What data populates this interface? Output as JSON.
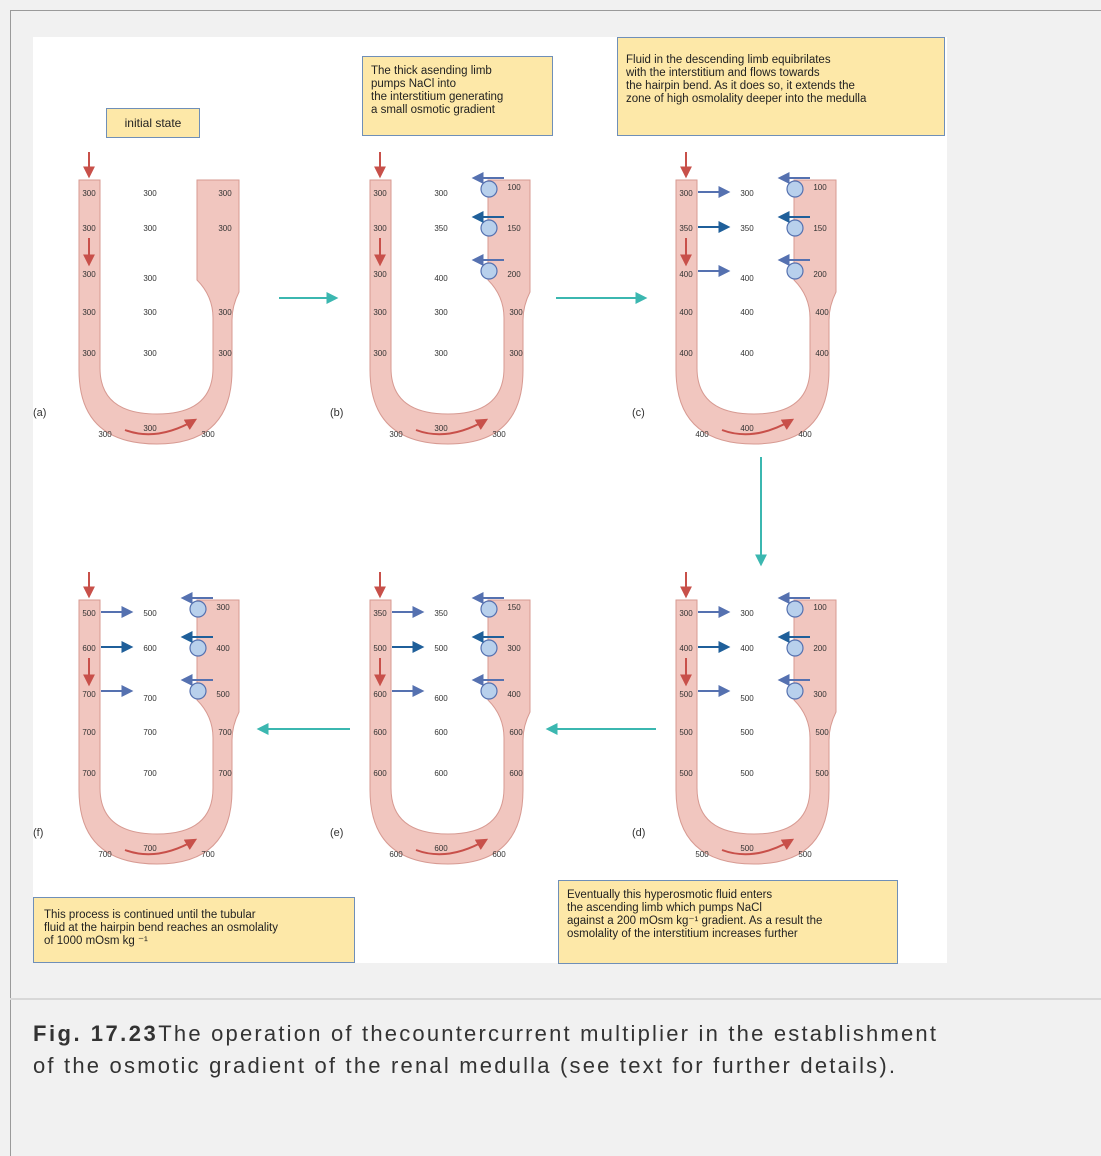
{
  "panels": [
    {
      "id": "a",
      "label": "(a)",
      "desc": [
        "300",
        "300",
        "300",
        "300",
        "300",
        "300"
      ],
      "inter": [
        "300",
        "300",
        "300",
        "300",
        "300",
        "300"
      ],
      "asc": [
        "300",
        "300",
        "",
        "300",
        "300",
        "300"
      ],
      "pumps": false
    },
    {
      "id": "b",
      "label": "(b)",
      "desc": [
        "300",
        "300",
        "300",
        "300",
        "300",
        "300"
      ],
      "inter": [
        "300",
        "350",
        "400",
        "300",
        "300",
        "300"
      ],
      "asc": [
        "100",
        "150",
        "200",
        "300",
        "300",
        "300"
      ],
      "pumps": true,
      "fluxArrows": false
    },
    {
      "id": "c",
      "label": "(c)",
      "desc": [
        "300",
        "350",
        "400",
        "400",
        "400",
        "400"
      ],
      "inter": [
        "300",
        "350",
        "400",
        "400",
        "400",
        "400"
      ],
      "asc": [
        "100",
        "150",
        "200",
        "400",
        "400",
        "400"
      ],
      "pumps": true,
      "fluxArrows": true
    },
    {
      "id": "d",
      "label": "(d)",
      "desc": [
        "300",
        "400",
        "500",
        "500",
        "500",
        "500"
      ],
      "inter": [
        "300",
        "400",
        "500",
        "500",
        "500",
        "500"
      ],
      "asc": [
        "100",
        "200",
        "300",
        "500",
        "500",
        "500"
      ],
      "pumps": true,
      "fluxArrows": true
    },
    {
      "id": "e",
      "label": "(e)",
      "desc": [
        "350",
        "500",
        "600",
        "600",
        "600",
        "600"
      ],
      "inter": [
        "350",
        "500",
        "600",
        "600",
        "600",
        "600"
      ],
      "asc": [
        "150",
        "300",
        "400",
        "600",
        "600",
        "600"
      ],
      "pumps": true,
      "fluxArrows": true
    },
    {
      "id": "f",
      "label": "(f)",
      "desc": [
        "500",
        "600",
        "700",
        "700",
        "700",
        "700"
      ],
      "inter": [
        "500",
        "600",
        "700",
        "700",
        "700",
        "700"
      ],
      "asc": [
        "300",
        "400",
        "500",
        "700",
        "700",
        "700"
      ],
      "pumps": true,
      "fluxArrows": true
    }
  ],
  "callouts": {
    "initial": "initial state",
    "thick": "The thick asending limb\npumps NaCl into\nthe interstitium generating\na small osmotic gradient",
    "fluid": "Fluid in the descending limb equibrilates\nwith the interstitium and flows towards\nthe hairpin bend. As it does so, it extends the\nzone of high osmolality deeper into the medulla",
    "eventually": "Eventually this hyperosmotic fluid enters\nthe ascending limb which pumps NaCl\nagainst a 200 mOsm kg⁻¹ gradient. As a result the\nosmolality of the interstitium increases further",
    "process": "This process is continued until the tubular\nfluid at the hairpin bend reaches an osmolality\nof 1000 mOsm kg ⁻¹"
  },
  "caption": {
    "label": "Fig. 17.23",
    "line1": "The operation of thecountercurrent multiplier in the establishment",
    "line2": "of the osmotic gradient of the renal medulla (see text for further details)."
  },
  "colors": {
    "tubule": "#f1c6bf",
    "tubuleStroke": "#d79a92",
    "redArrow": "#c8504a",
    "blueArrow": "#5571b0",
    "darkBlueArrow": "#1f5f9a",
    "transition": "#3bb7b0",
    "pump": "#b8d0ec",
    "calloutBg": "#fde8a8",
    "calloutBorder": "#6f8fb8"
  }
}
